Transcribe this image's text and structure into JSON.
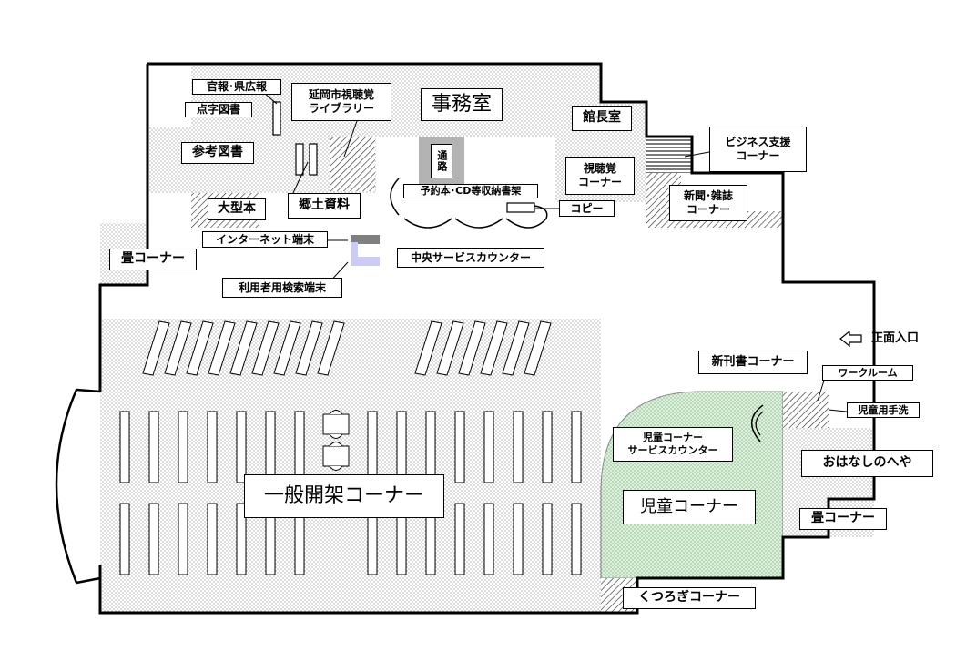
{
  "title": "",
  "colors": {
    "wall": "#000000",
    "children_area": "#d9f2d9",
    "passage": "#b3b3b3",
    "internet_terminal": "#7f7f7f",
    "search_terminal": "#ccccf2"
  },
  "labels": {
    "kanpo": "官報･県広報",
    "tenji": "点字図書",
    "sanko": "参考図書",
    "ogata": "大型本",
    "tatami_left": "畳コーナー",
    "nobeoka_av": "延岡市視聴覚\nライブラリー",
    "jimushitsu": "事務室",
    "kanchoshitsu": "館長室",
    "business": "ビジネス支援\nコーナー",
    "shichokaku": "視聴覚\nコーナー",
    "tsuro": "通路",
    "yoyaku": "予約本･CD等収納書架",
    "copy": "コピー",
    "shinbun": "新聞･雑誌\nコーナー",
    "kyodo": "郷土資料",
    "internet": "インターネット端末",
    "chuo": "中央サービスカウンター",
    "kensaku": "利用者用検索端末",
    "shomen": "正面入口",
    "shinkan": "新刊書コーナー",
    "workroom": "ワークルーム",
    "tearai": "児童用手洗",
    "jido_counter": "児童コーナー\nサービスカウンター",
    "ohanashi": "おはなしのへや",
    "ippan": "一般開架コーナー",
    "jido": "児童コーナー",
    "tatami_right": "畳コーナー",
    "kutsurogi": "くつろぎコーナー"
  },
  "icons": {
    "entrance": "left-arrow-icon"
  }
}
